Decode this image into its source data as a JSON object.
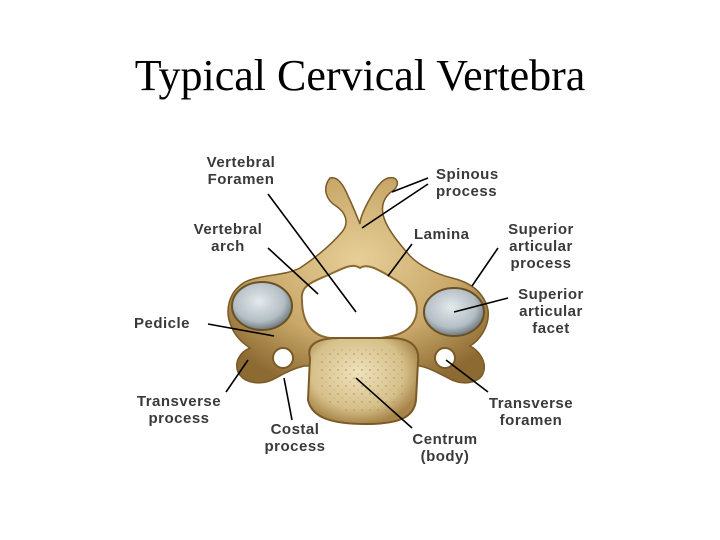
{
  "title": "Typical Cervical Vertebra",
  "labels": {
    "vertebral_foramen": "Vertebral\nForamen",
    "spinous_process": "Spinous\nprocess",
    "vertebral_arch": "Vertebral\narch",
    "lamina": "Lamina",
    "superior_articular_process": "Superior\narticular\nprocess",
    "superior_articular_facet": "Superior\narticular\nfacet",
    "pedicle": "Pedicle",
    "transverse_process": "Transverse\nprocess",
    "costal_process": "Costal\nprocess",
    "centrum": "Centrum\n(body)",
    "transverse_foramen": "Transverse\nforamen"
  },
  "colors": {
    "bone": "#c9a86a",
    "bone_shadow": "#8c6a32",
    "bone_light": "#e6cf97",
    "facet": "#bcc6cc",
    "body_top": "#e4d4a8",
    "leader": "#000000",
    "label_text": "#3a3a3a"
  }
}
